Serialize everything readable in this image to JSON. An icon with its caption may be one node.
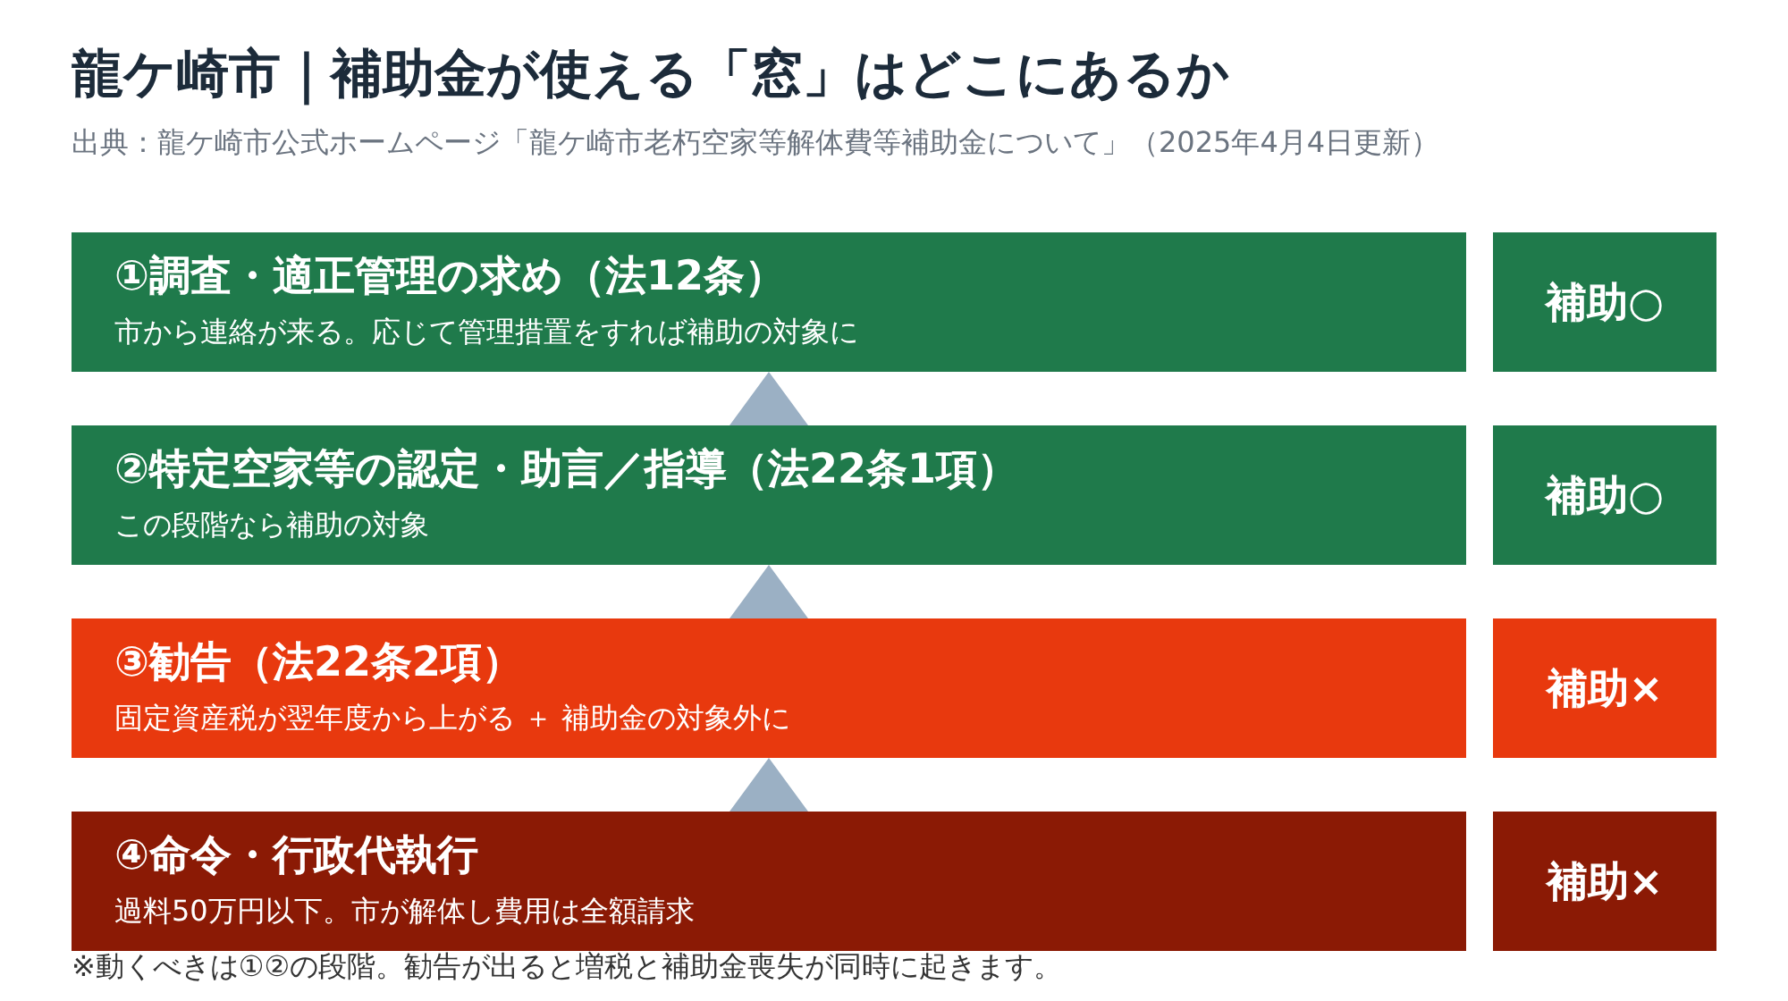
{
  "diagram": {
    "title": "龍ケ崎市｜補助金が使える「窓」はどこにあるか",
    "nodes": [
      {
        "text": [
          "①調査・適正管理の求め（法12条）",
          "市から連絡が来る。応じて管理措置をすれば補助の対象に"
        ]
      },
      {
        "text": [
          "補助○"
        ]
      },
      {
        "text": [
          "②特定空家等の認定・助言／指導（法22条1項）",
          "この段階なら補助の対象"
        ]
      },
      {
        "text": [
          "補助○"
        ]
      },
      {
        "text": [
          "③勧告（法22条2項）",
          "固定資産税が翌年度から上がる ＋ 補助金の対象外に"
        ]
      },
      {
        "text": [
          "補助×"
        ]
      },
      {
        "text": [
          "④命令・行政代執行",
          "過料50万円以下。市が解体し費用は全額請求"
        ]
      },
      {
        "text": [
          "補助×"
        ]
      }
    ],
    "edges": [
      {
        "from": 2,
        "to": 0,
        "arrow": "to"
      },
      {
        "from": 4,
        "to": 2,
        "arrow": "to"
      },
      {
        "from": 6,
        "to": 4,
        "arrow": "to"
      }
    ],
    "labels": [
      "出典：龍ケ崎市公式ホームページ「龍ケ崎市老朽空家等解体費等補助金について」（2025年4月4日更新）",
      "※動くべきは①②の段階。勧告が出ると増税と補助金喪失が同時に起きます。"
    ]
  }
}
